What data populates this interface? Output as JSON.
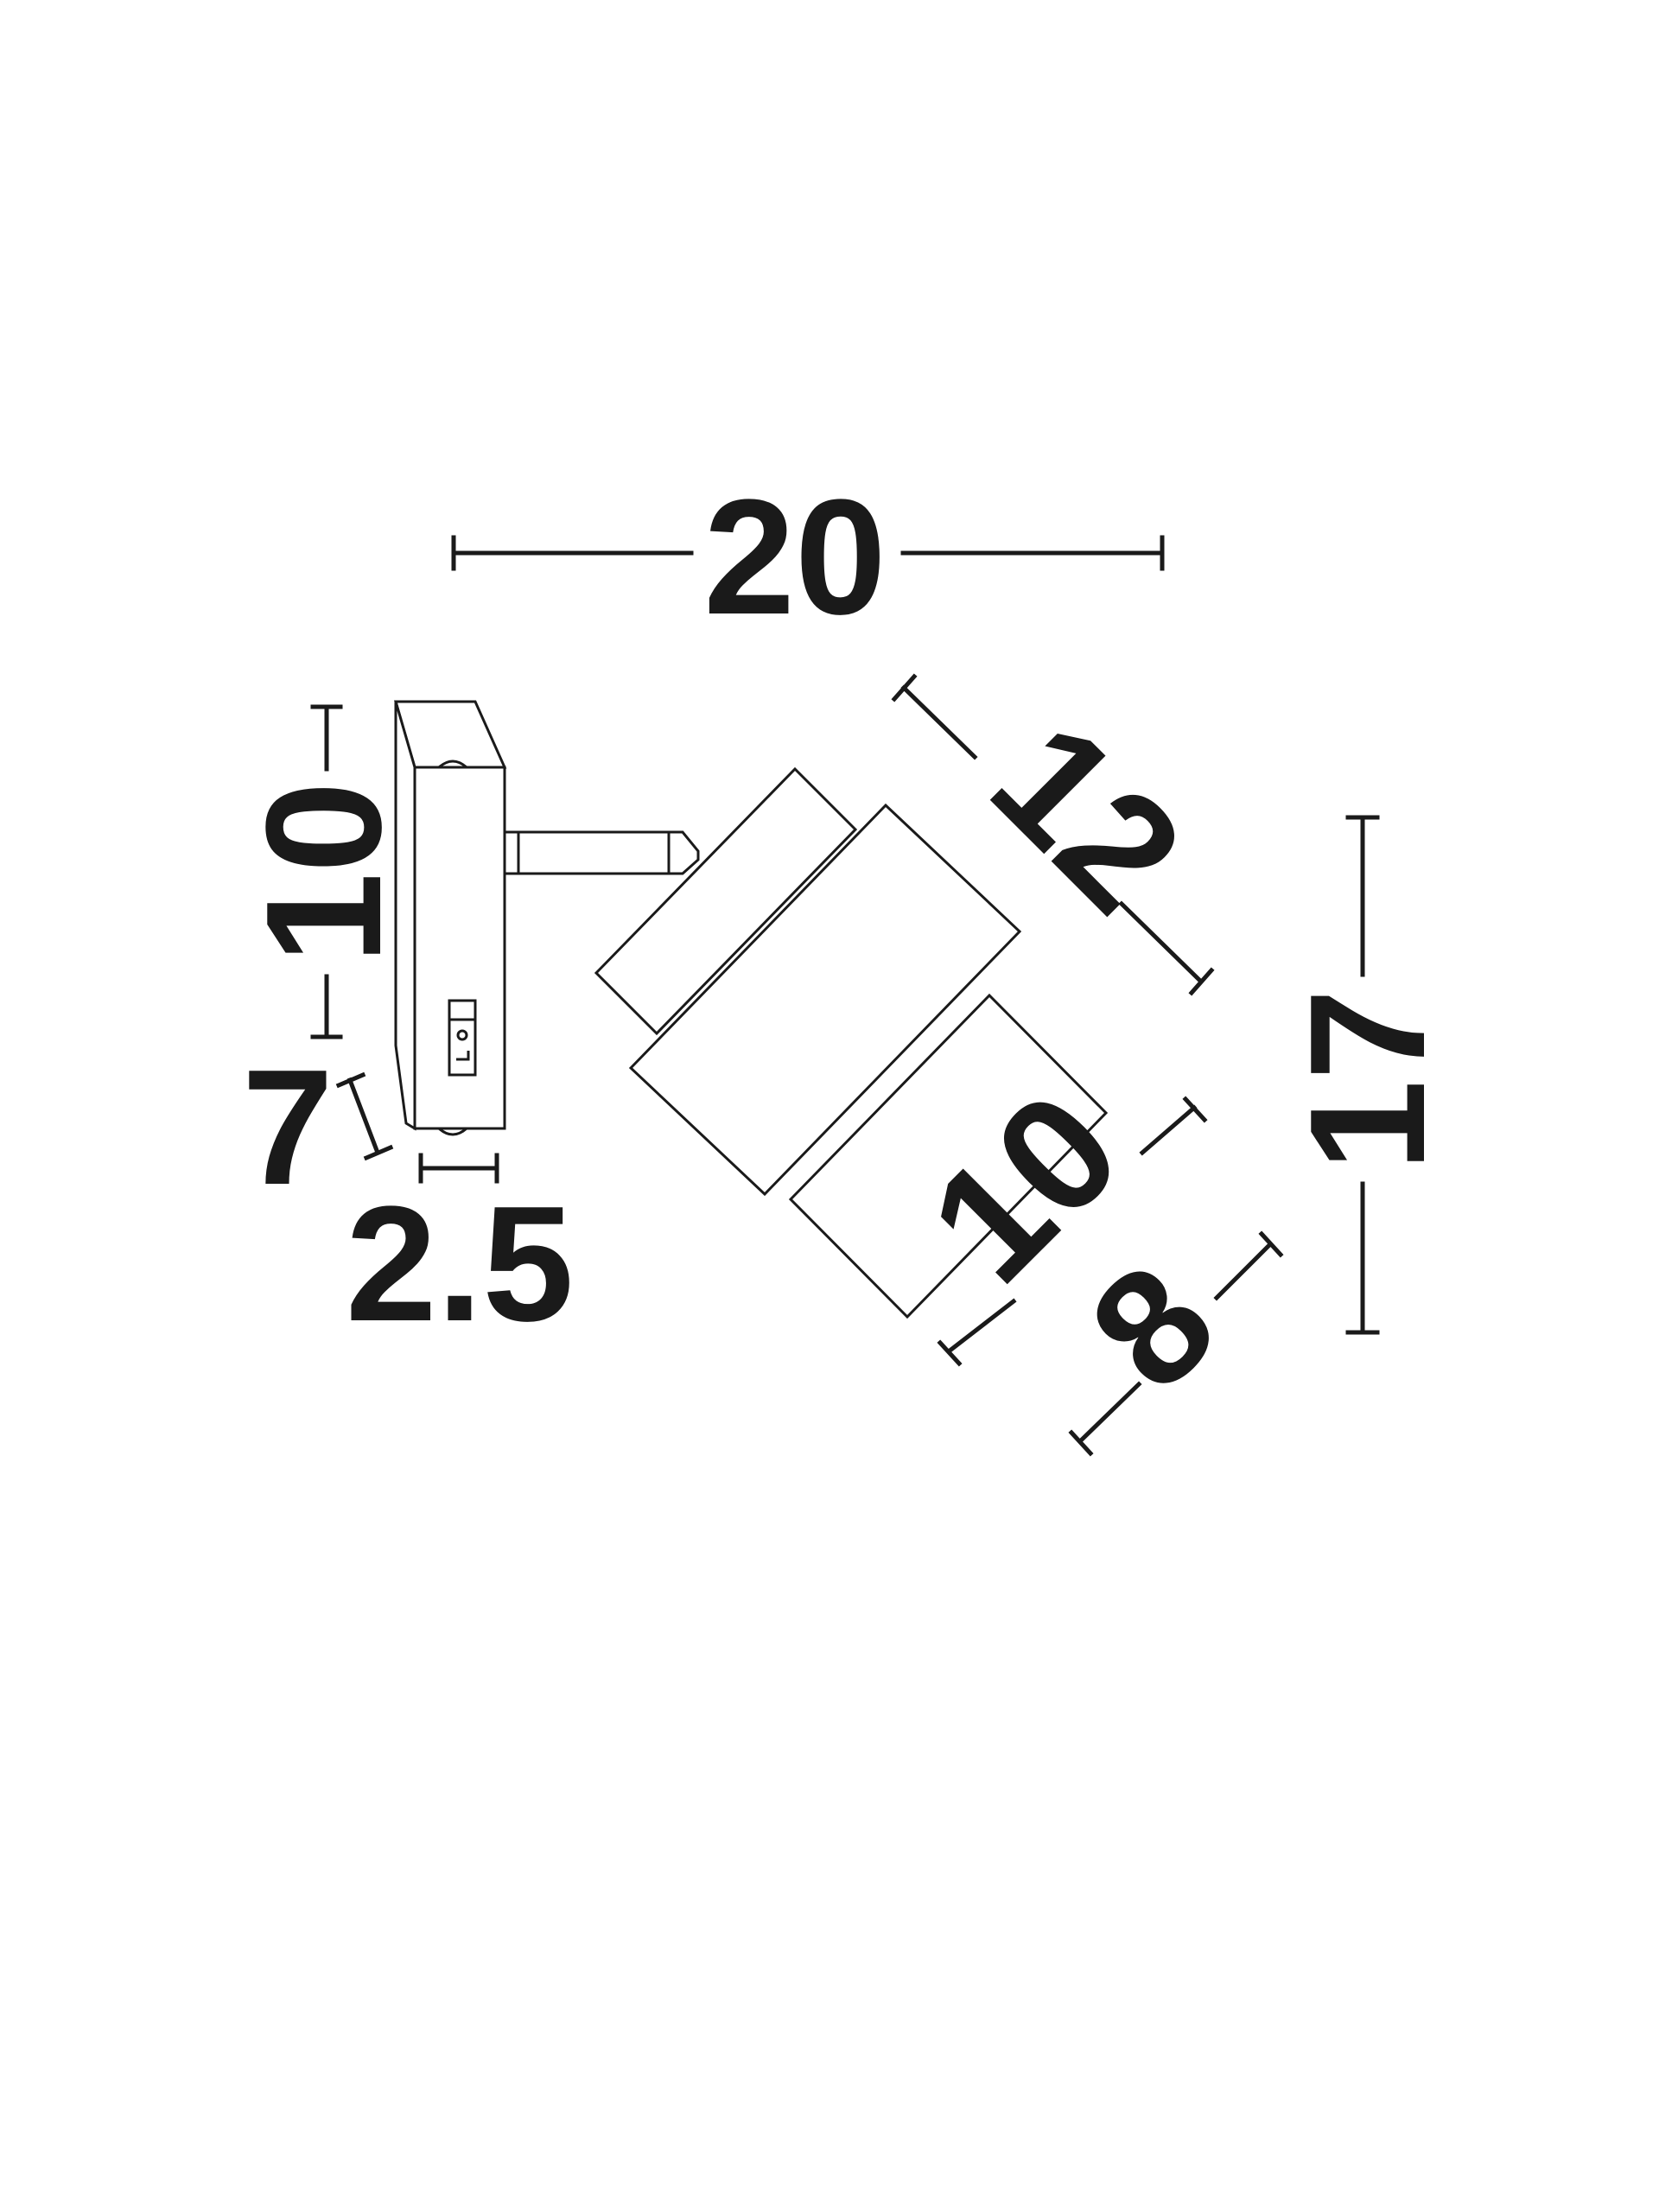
{
  "dimensions": {
    "overall_width": "20",
    "overall_height": "17",
    "backplate_height": "10",
    "backplate_bottom": "7",
    "backplate_depth": "2.5",
    "shade_length": "12",
    "shade_diameter_outer": "10",
    "shade_diameter_inner": "8"
  },
  "colors": {
    "line": "#1a1a1a",
    "background": "#ffffff"
  }
}
